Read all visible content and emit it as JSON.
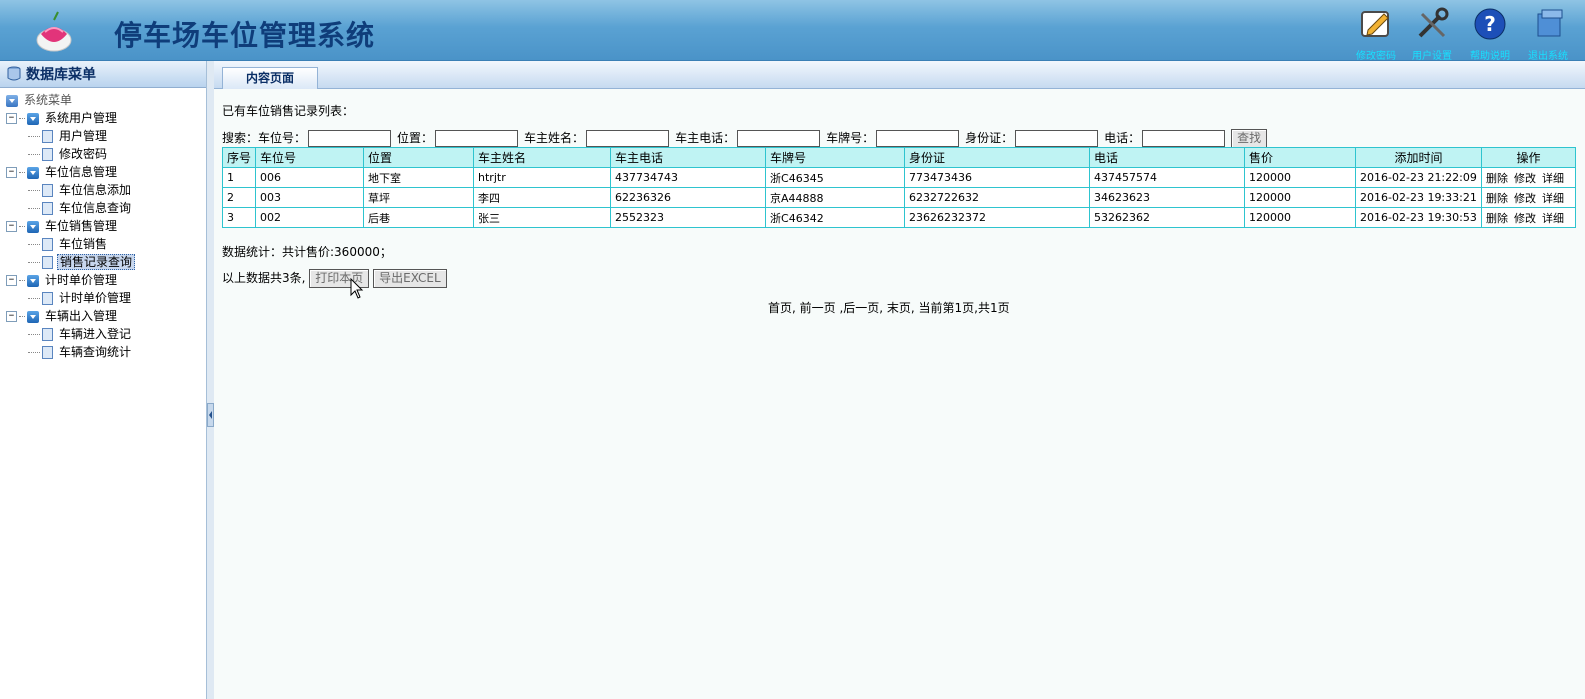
{
  "header": {
    "title": "停车场车位管理系统",
    "icons": [
      {
        "name": "edit-icon",
        "label": "修改密码"
      },
      {
        "name": "tools-icon",
        "label": "用户设置"
      },
      {
        "name": "help-icon",
        "label": "帮助说明"
      },
      {
        "name": "exit-icon",
        "label": "退出系统"
      }
    ]
  },
  "sidebar": {
    "title": "数据库菜单",
    "root": "系统菜单",
    "groups": [
      {
        "label": "系统用户管理",
        "items": [
          "用户管理",
          "修改密码"
        ]
      },
      {
        "label": "车位信息管理",
        "items": [
          "车位信息添加",
          "车位信息查询"
        ]
      },
      {
        "label": "车位销售管理",
        "items": [
          "车位销售",
          "销售记录查询"
        ]
      },
      {
        "label": "计时单价管理",
        "items": [
          "计时单价管理"
        ]
      },
      {
        "label": "车辆出入管理",
        "items": [
          "车辆进入登记",
          "车辆查询统计"
        ]
      }
    ]
  },
  "tab": {
    "label": "内容页面"
  },
  "main": {
    "list_title": "已有车位销售记录列表：",
    "search": {
      "label": "搜索：",
      "fields": [
        "车位号：",
        "位置：",
        "车主姓名：",
        "车主电话：",
        "车牌号：",
        "身份证：",
        "电话："
      ],
      "button": "查找"
    },
    "table": {
      "headers": [
        "序号",
        "车位号",
        "位置",
        "车主姓名",
        "车主电话",
        "车牌号",
        "身份证",
        "电话",
        "售价",
        "添加时间",
        "操作"
      ],
      "rows": [
        [
          "1",
          "006",
          "地下室",
          "htrjtr",
          "437734743",
          "浙C46345",
          "773473436",
          "437457574",
          "120000",
          "2016-02-23 21:22:09"
        ],
        [
          "2",
          "003",
          "草坪",
          "李四",
          "62236326",
          "京A44888",
          "6232722632",
          "34623623",
          "120000",
          "2016-02-23 19:33:21"
        ],
        [
          "3",
          "002",
          "后巷",
          "张三",
          "2552323",
          "浙C46342",
          "23626232372",
          "53262362",
          "120000",
          "2016-02-23 19:30:53"
        ]
      ],
      "ops": [
        "删除",
        "修改",
        "详细"
      ]
    },
    "stats": "数据统计：共计售价:360000；",
    "total_text": "以上数据共3条,",
    "print_button": "打印本页",
    "export_button": "导出EXCEL",
    "pager": "首页, 前一页 ,后一页, 末页, 当前第1页,共1页"
  }
}
